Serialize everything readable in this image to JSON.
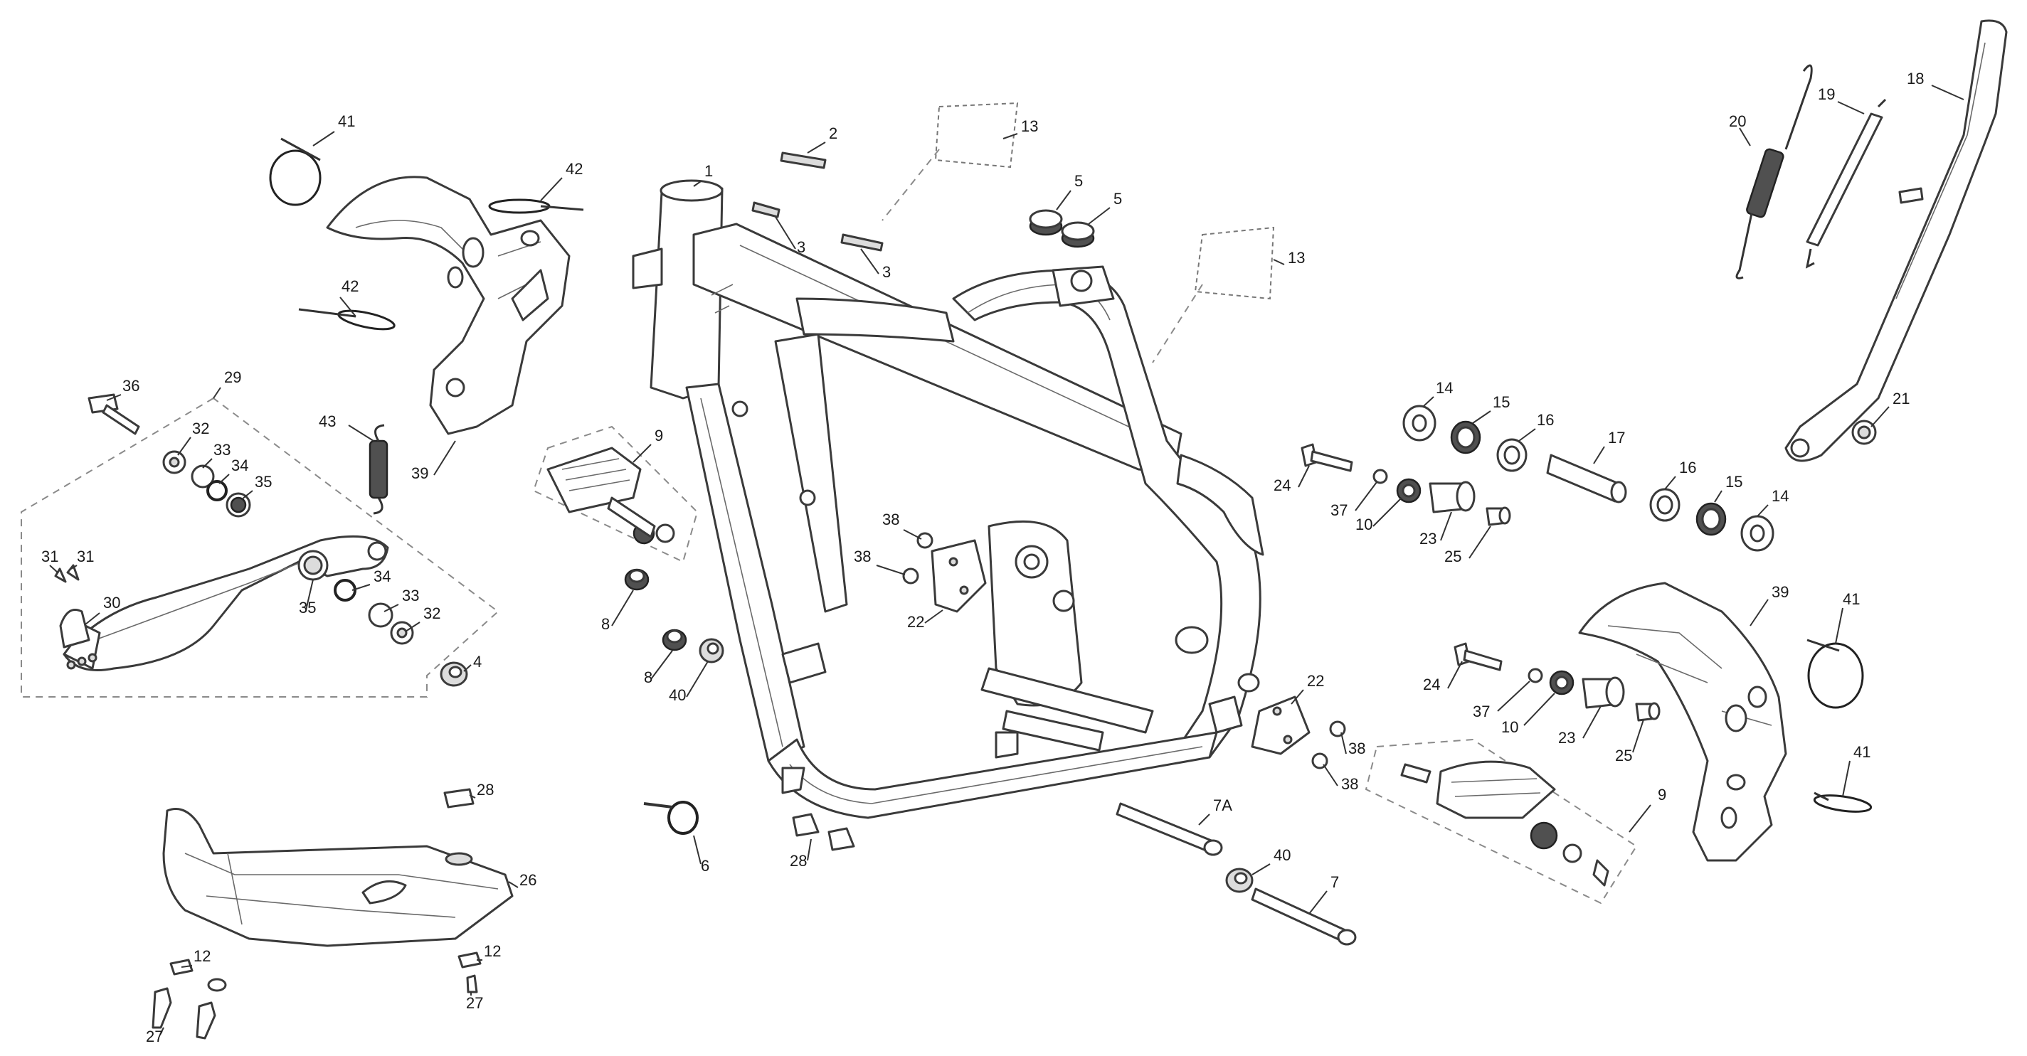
{
  "diagram": {
    "callouts": [
      {
        "label": "41"
      },
      {
        "label": "42"
      },
      {
        "label": "42"
      },
      {
        "label": "39"
      },
      {
        "label": "43"
      },
      {
        "label": "36"
      },
      {
        "label": "29"
      },
      {
        "label": "32"
      },
      {
        "label": "33"
      },
      {
        "label": "34"
      },
      {
        "label": "35"
      },
      {
        "label": "31"
      },
      {
        "label": "31"
      },
      {
        "label": "30"
      },
      {
        "label": "35"
      },
      {
        "label": "34"
      },
      {
        "label": "33"
      },
      {
        "label": "32"
      },
      {
        "label": "4"
      },
      {
        "label": "9"
      },
      {
        "label": "8"
      },
      {
        "label": "8"
      },
      {
        "label": "40"
      },
      {
        "label": "2"
      },
      {
        "label": "3"
      },
      {
        "label": "3"
      },
      {
        "label": "1"
      },
      {
        "label": "13"
      },
      {
        "label": "5"
      },
      {
        "label": "5"
      },
      {
        "label": "13"
      },
      {
        "label": "38"
      },
      {
        "label": "38"
      },
      {
        "label": "22"
      },
      {
        "label": "6"
      },
      {
        "label": "28"
      },
      {
        "label": "28"
      },
      {
        "label": "26"
      },
      {
        "label": "12"
      },
      {
        "label": "12"
      },
      {
        "label": "27"
      },
      {
        "label": "27"
      },
      {
        "label": "7A"
      },
      {
        "label": "40"
      },
      {
        "label": "7"
      },
      {
        "label": "22"
      },
      {
        "label": "38"
      },
      {
        "label": "38"
      },
      {
        "label": "20"
      },
      {
        "label": "19"
      },
      {
        "label": "18"
      },
      {
        "label": "21"
      },
      {
        "label": "14"
      },
      {
        "label": "15"
      },
      {
        "label": "16"
      },
      {
        "label": "17"
      },
      {
        "label": "24"
      },
      {
        "label": "37"
      },
      {
        "label": "10"
      },
      {
        "label": "23"
      },
      {
        "label": "25"
      },
      {
        "label": "16"
      },
      {
        "label": "15"
      },
      {
        "label": "14"
      },
      {
        "label": "39"
      },
      {
        "label": "41"
      },
      {
        "label": "24"
      },
      {
        "label": "37"
      },
      {
        "label": "10"
      },
      {
        "label": "23"
      },
      {
        "label": "25"
      },
      {
        "label": "9"
      },
      {
        "label": "41"
      }
    ]
  }
}
